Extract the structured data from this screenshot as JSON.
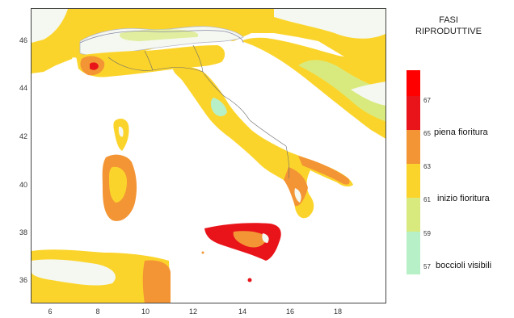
{
  "legend": {
    "title_line1": "FASI",
    "title_line2": "RIPRODUTTIVE",
    "levels": [
      {
        "value": "67",
        "color": "#e8141a"
      },
      {
        "value": "65",
        "color": "#f39535"
      },
      {
        "value": "63",
        "color": "#fbd42b"
      },
      {
        "value": "61",
        "color": "#d8ea7e"
      },
      {
        "value": "59",
        "color": "#b7efc6"
      },
      {
        "value": "57",
        "color": "#a6f4f8"
      }
    ],
    "top_color": "#ff0000",
    "phases": {
      "p65": "piena fioritura",
      "p61": "inizio fioritura",
      "p57": "boccioli visibili"
    }
  },
  "axes": {
    "x_ticks": [
      "6",
      "8",
      "10",
      "12",
      "14",
      "16",
      "18"
    ],
    "y_ticks": [
      "46",
      "44",
      "42",
      "40",
      "38",
      "36"
    ]
  },
  "colors": {
    "sea": "#ffffff",
    "land_base": "#fbd42b",
    "land_hot": "#f39535",
    "land_hottest": "#e8141a",
    "land_cool": "#d8ea7e",
    "land_cold": "#b7efc6",
    "mountain_snow": "#f4f8f0",
    "borders": "#6b6b6b"
  }
}
